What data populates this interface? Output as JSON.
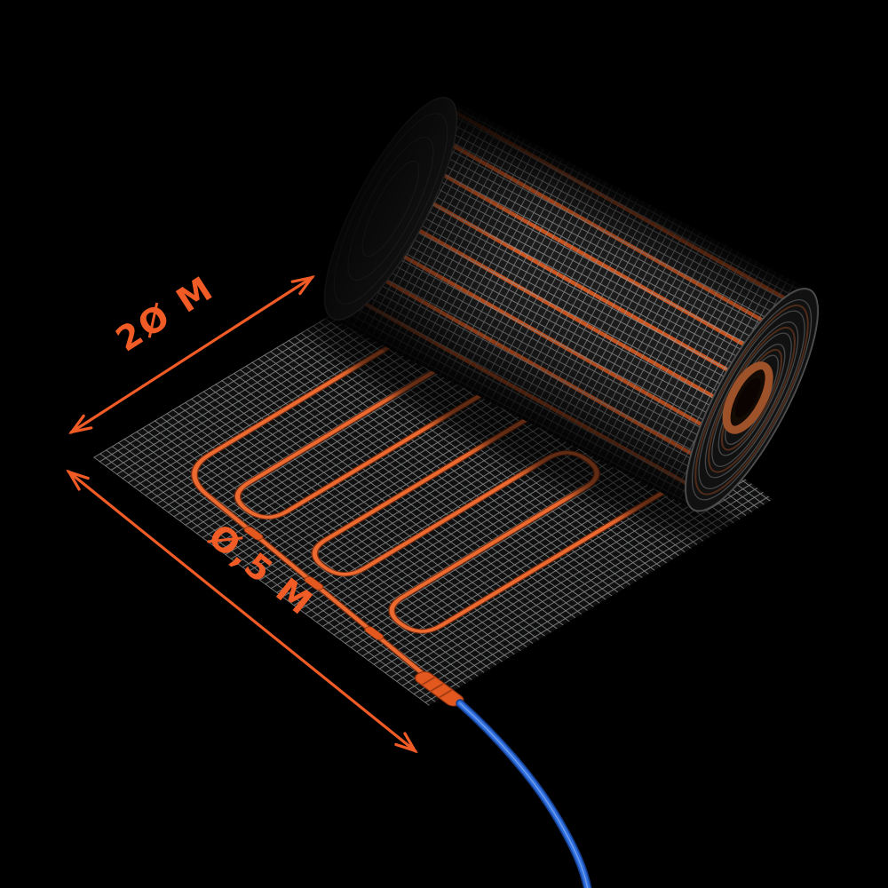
{
  "dimension_annotations": {
    "length": {
      "label": "2Ø M"
    },
    "width": {
      "label": "Ø,5 M"
    }
  },
  "colors": {
    "background": "#000000",
    "accent_orange": "#F15B25",
    "cable_orange": "#EC6A30",
    "cable_outline": "#7E2F10",
    "mesh_gray": "#A9AEB0",
    "roll_core_terracotta": "#C96A35",
    "connector_orange": "#E2581F",
    "cold_lead_blue": "#2E6FDF"
  },
  "icons": {
    "length_arrow": "double-headed-dimension-arrow",
    "width_arrow": "double-headed-dimension-arrow"
  }
}
